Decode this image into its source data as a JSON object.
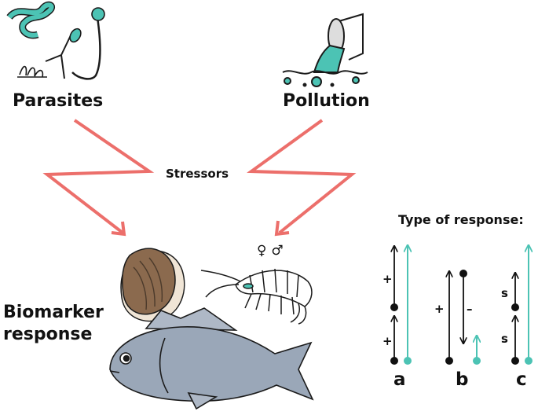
{
  "labels": {
    "parasites": "Parasites",
    "pollution": "Pollution",
    "stressors": "Stressors",
    "biomarker_line1": "Biomarker",
    "biomarker_line2": "response",
    "response_type_title": "Type of response:",
    "sex_symbols": "♀ ♂"
  },
  "response_panels": [
    {
      "id": "a",
      "signs": [
        "+",
        "+"
      ]
    },
    {
      "id": "b",
      "signs": [
        "+",
        "–"
      ]
    },
    {
      "id": "c",
      "signs": [
        "s",
        "s"
      ]
    }
  ],
  "colors": {
    "arrow": "#ec6f6b",
    "teal": "#4cc3b4",
    "ink": "#111111"
  },
  "icons": [
    "parasite-worms-icon",
    "pollution-pipe-icon",
    "oyster-icon",
    "amphipod-icon",
    "fish-icon"
  ]
}
